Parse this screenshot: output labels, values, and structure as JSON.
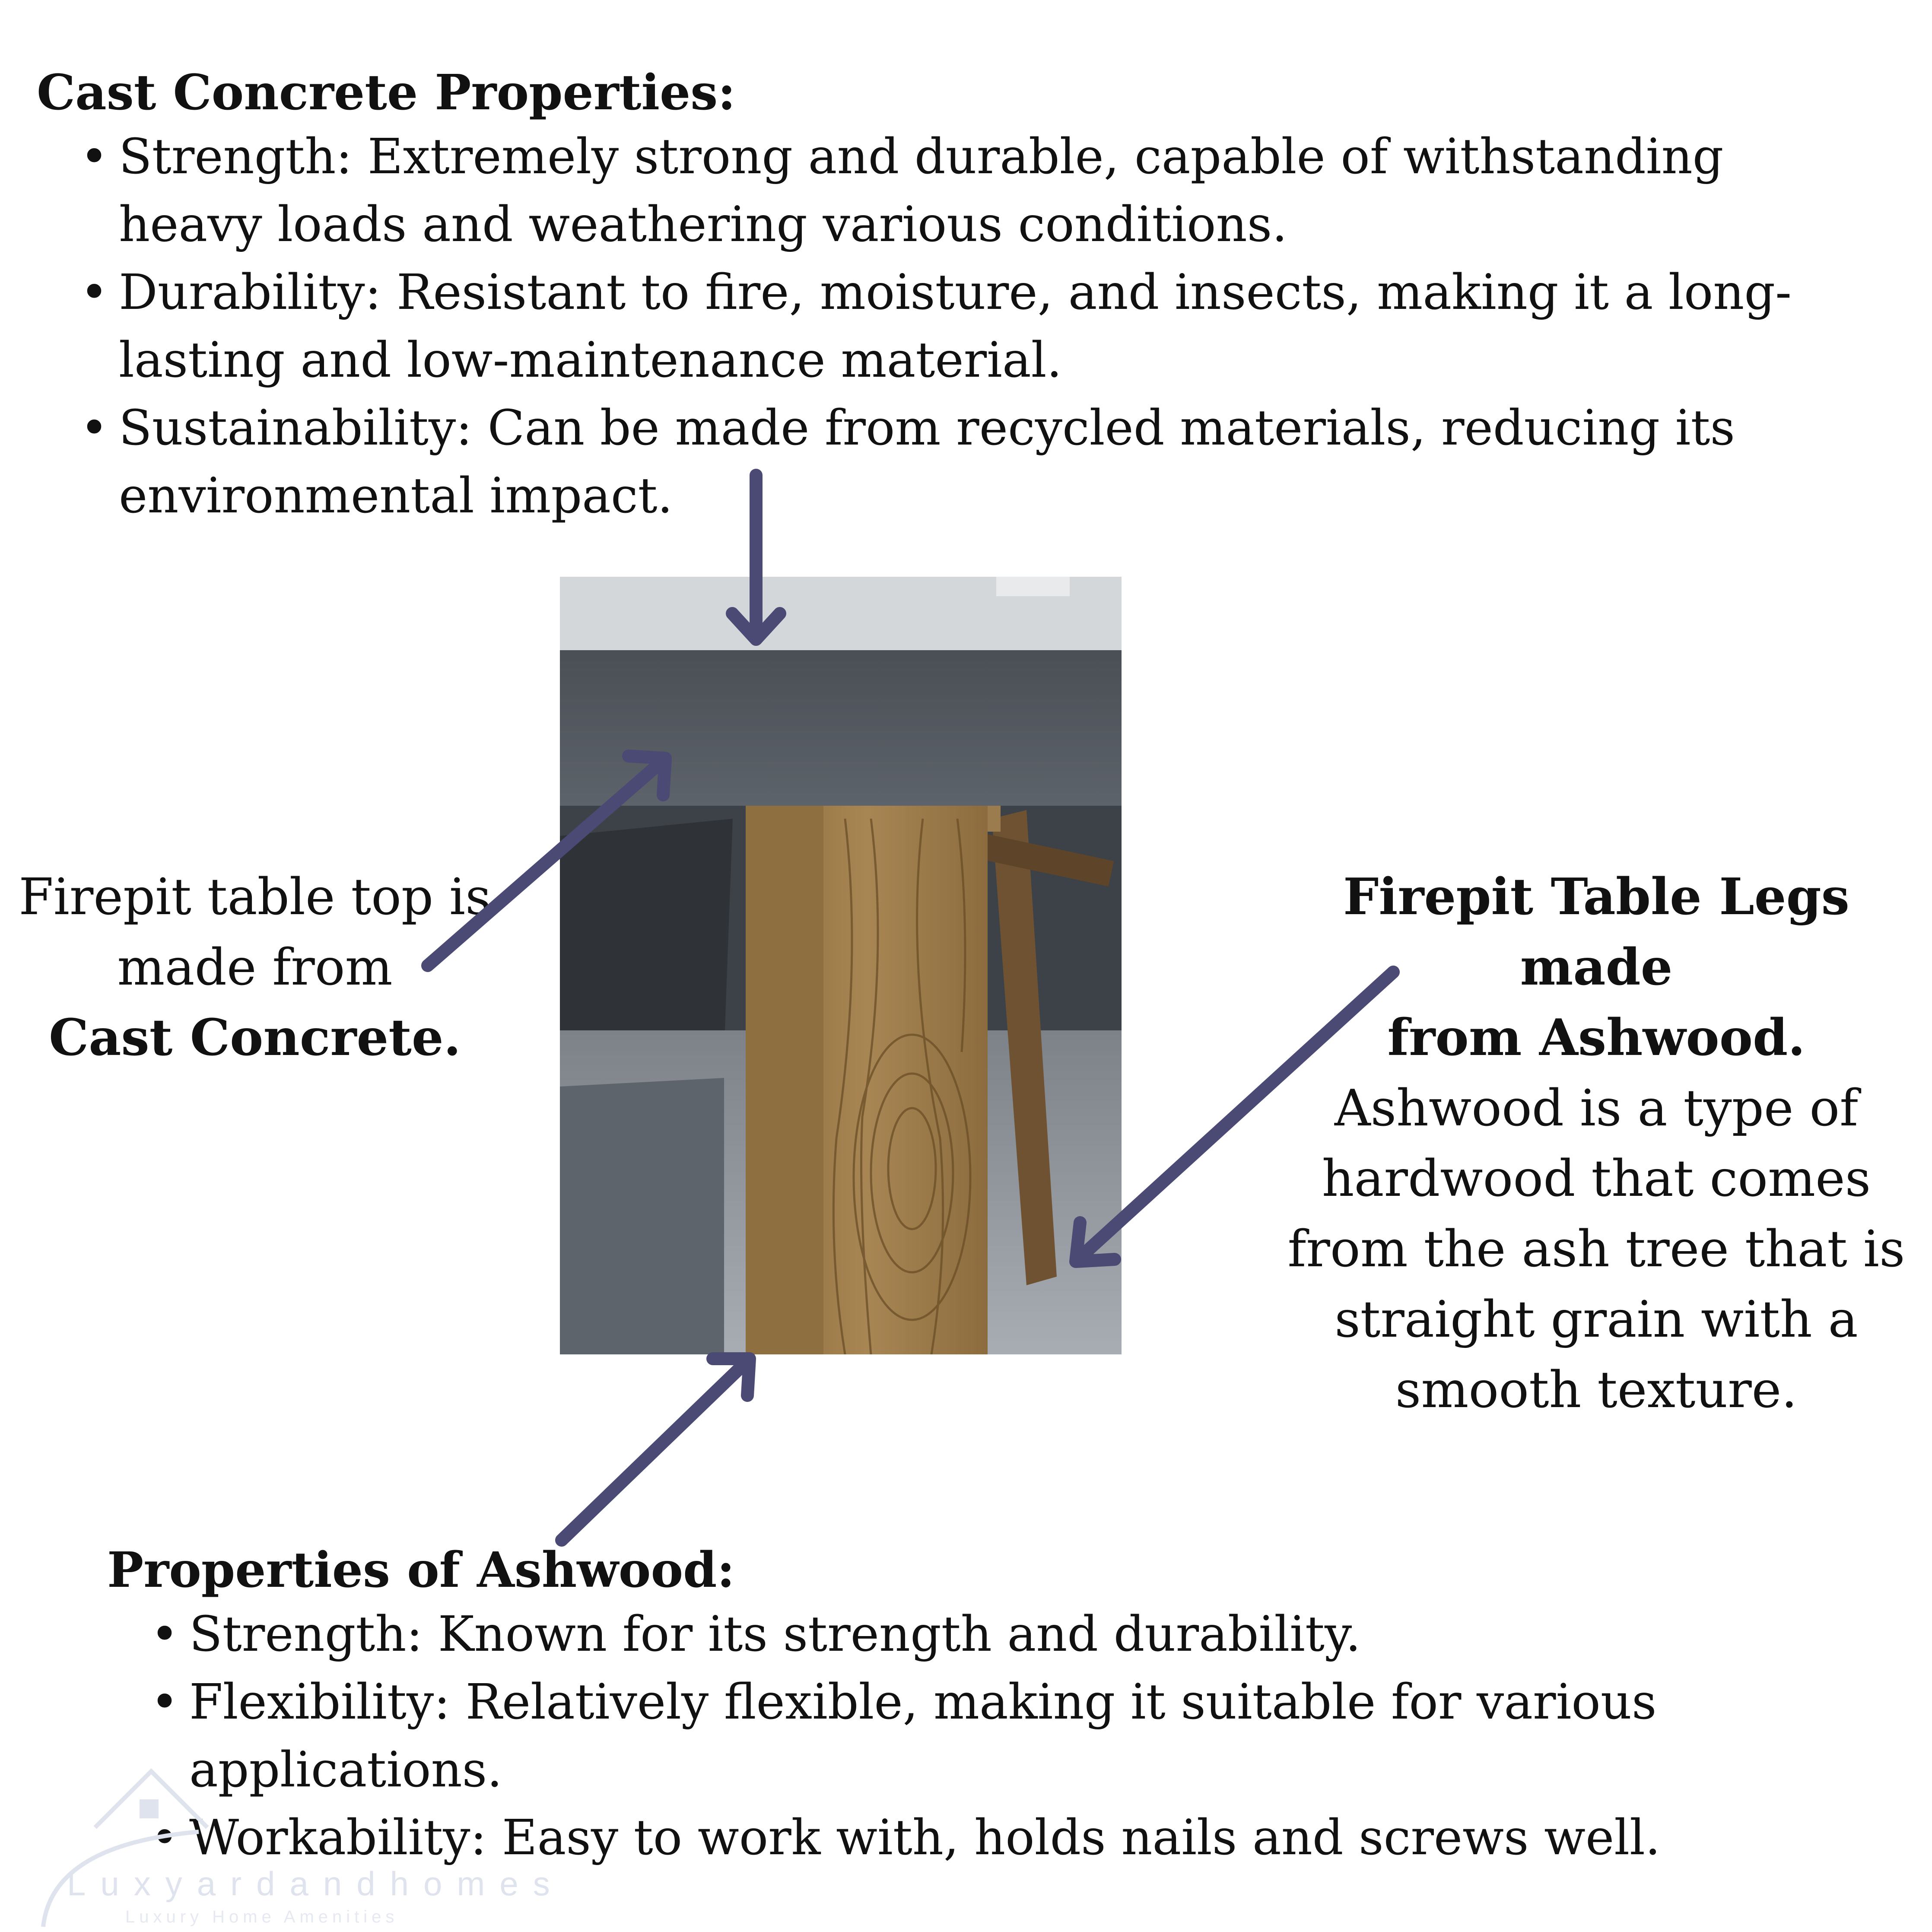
{
  "cast_concrete": {
    "heading": "Cast Concrete Properties:",
    "items": [
      "Strength: Extremely strong and durable, capable of withstanding heavy loads and weathering various conditions.",
      "Durability: Resistant to fire, moisture, and insects, making it a long-lasting and low-maintenance material.",
      "Sustainability: Can be made from recycled materials, reducing its environmental impact."
    ]
  },
  "left_callout": {
    "line1": "Firepit table top is",
    "line2": "made from",
    "bold": "Cast Concrete."
  },
  "right_callout": {
    "bold1": "Firepit Table Legs made",
    "bold2": "from Ashwood.",
    "body": "Ashwood is a type of hardwood that comes from the ash tree that is straight grain with a smooth texture."
  },
  "ashwood": {
    "heading": "Properties of Ashwood:",
    "items": [
      "Strength: Known for its strength and durability.",
      "Flexibility: Relatively flexible, making it suitable for various applications.",
      "Workability: Easy to work with, holds nails and screws well."
    ]
  },
  "watermark": {
    "brand": "Luxyardandhomes",
    "tagline": "Luxury Home Amenities"
  },
  "colors": {
    "arrow": "#4b4a74",
    "concrete": "#595e66",
    "wood": "#9a7b4a"
  }
}
